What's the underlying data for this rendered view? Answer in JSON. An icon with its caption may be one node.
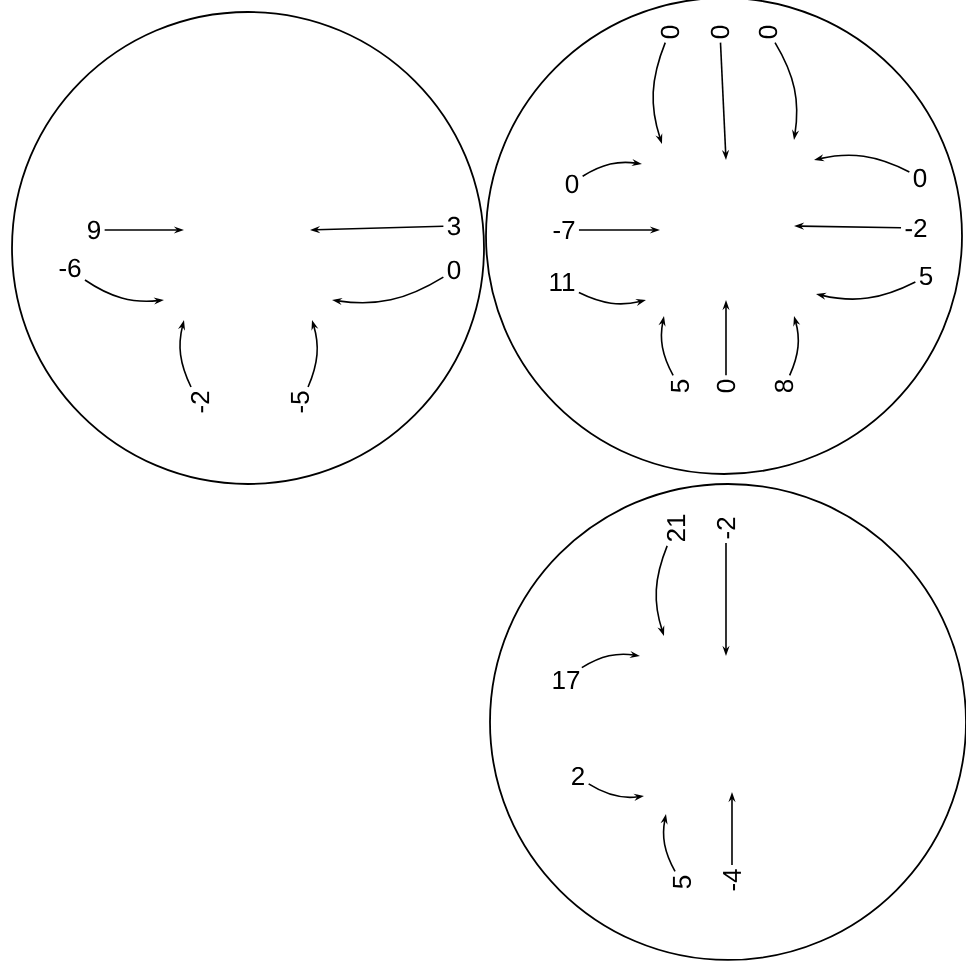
{
  "diagram": {
    "nodes": [
      {
        "text": [],
        "shape": "circle"
      },
      {
        "text": [
          "9"
        ],
        "in": 0
      },
      {
        "text": [
          "3"
        ],
        "in": 0
      },
      {
        "text": [
          "-6"
        ],
        "in": 0
      },
      {
        "text": [
          "0"
        ],
        "in": 0
      },
      {
        "text": [
          "-2"
        ],
        "in": 0
      },
      {
        "text": [
          "-5"
        ],
        "in": 0
      },
      {
        "text": [],
        "shape": "circle"
      },
      {
        "text": [
          "0"
        ],
        "in": 7
      },
      {
        "text": [
          "0"
        ],
        "in": 7
      },
      {
        "text": [
          "0"
        ],
        "in": 7
      },
      {
        "text": [
          "0"
        ],
        "in": 7
      },
      {
        "text": [
          "0"
        ],
        "in": 7
      },
      {
        "text": [
          "-7"
        ],
        "in": 7
      },
      {
        "text": [
          "-2"
        ],
        "in": 7
      },
      {
        "text": [
          "11"
        ],
        "in": 7
      },
      {
        "text": [
          "5"
        ],
        "in": 7
      },
      {
        "text": [
          "5"
        ],
        "in": 7
      },
      {
        "text": [
          "0"
        ],
        "in": 7
      },
      {
        "text": [
          "8"
        ],
        "in": 7
      },
      {
        "text": [],
        "shape": "circle"
      },
      {
        "text": [
          "21"
        ],
        "in": 20
      },
      {
        "text": [
          "-2"
        ],
        "in": 20
      },
      {
        "text": [
          "17"
        ],
        "in": 20
      },
      {
        "text": [
          "2"
        ],
        "in": 20
      },
      {
        "text": [
          "5"
        ],
        "in": 20
      },
      {
        "text": [
          "-4"
        ],
        "in": 20
      }
    ],
    "edges": [
      {
        "from": 1,
        "to": null,
        "arrow": "to"
      },
      {
        "from": 2,
        "to": null,
        "arrow": "to"
      },
      {
        "from": 3,
        "to": null,
        "arrow": "to"
      },
      {
        "from": 4,
        "to": null,
        "arrow": "to"
      },
      {
        "from": 5,
        "to": null,
        "arrow": "to"
      },
      {
        "from": 6,
        "to": null,
        "arrow": "to"
      },
      {
        "from": 8,
        "to": null,
        "arrow": "to"
      },
      {
        "from": 9,
        "to": null,
        "arrow": "to"
      },
      {
        "from": 10,
        "to": null,
        "arrow": "to"
      },
      {
        "from": 11,
        "to": null,
        "arrow": "to"
      },
      {
        "from": 12,
        "to": null,
        "arrow": "to"
      },
      {
        "from": 13,
        "to": null,
        "arrow": "to"
      },
      {
        "from": 14,
        "to": null,
        "arrow": "to"
      },
      {
        "from": 15,
        "to": null,
        "arrow": "to"
      },
      {
        "from": 16,
        "to": null,
        "arrow": "to"
      },
      {
        "from": 17,
        "to": null,
        "arrow": "to"
      },
      {
        "from": 18,
        "to": null,
        "arrow": "to"
      },
      {
        "from": 19,
        "to": null,
        "arrow": "to"
      },
      {
        "from": 21,
        "to": null,
        "arrow": "to"
      },
      {
        "from": 22,
        "to": null,
        "arrow": "to"
      },
      {
        "from": 23,
        "to": null,
        "arrow": "to"
      },
      {
        "from": 24,
        "to": null,
        "arrow": "to"
      },
      {
        "from": 25,
        "to": null,
        "arrow": "to"
      },
      {
        "from": 26,
        "to": null,
        "arrow": "to"
      }
    ]
  }
}
